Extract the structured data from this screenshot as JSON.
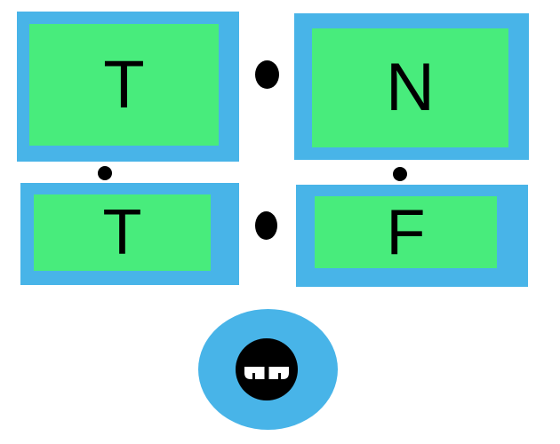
{
  "colors": {
    "background": "#ffffff",
    "tile_frame": "#48b4e8",
    "tile_fill": "#48ec7c",
    "dot": "#000000",
    "letter": "#000000",
    "face_button": "#48b4e8",
    "face_icon": "#000000",
    "face_teeth": "#ffffff"
  },
  "tiles": [
    {
      "letter": "T"
    },
    {
      "letter": "N"
    },
    {
      "letter": "T"
    },
    {
      "letter": "F"
    }
  ],
  "face_button": {
    "icon": "face-icon"
  }
}
